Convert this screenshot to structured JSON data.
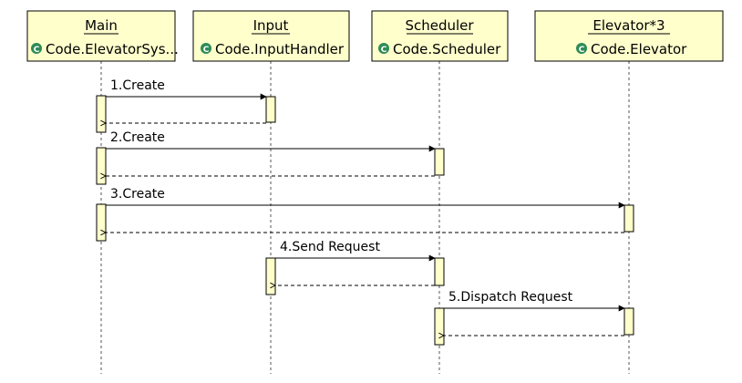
{
  "lifelines": [
    {
      "name": "Main",
      "class_name": "Code.ElevatorSys..."
    },
    {
      "name": "Input",
      "class_name": "Code.InputHandler"
    },
    {
      "name": "Scheduler",
      "class_name": "Code.Scheduler"
    },
    {
      "name": "Elevator*3",
      "class_name": "Code.Elevator"
    }
  ],
  "messages": [
    {
      "label": "1.Create",
      "from": 0,
      "to": 1
    },
    {
      "label": "2.Create",
      "from": 0,
      "to": 2
    },
    {
      "label": "3.Create",
      "from": 0,
      "to": 3
    },
    {
      "label": "4.Send Request",
      "from": 1,
      "to": 2
    },
    {
      "label": "5.Dispatch Request",
      "from": 2,
      "to": 3
    }
  ],
  "class_icon": "class-c-icon",
  "colors": {
    "header_fill": "#ffffcc",
    "activation_fill": "#ffffcc",
    "icon_green": "#2e8b57",
    "line": "#000000"
  }
}
